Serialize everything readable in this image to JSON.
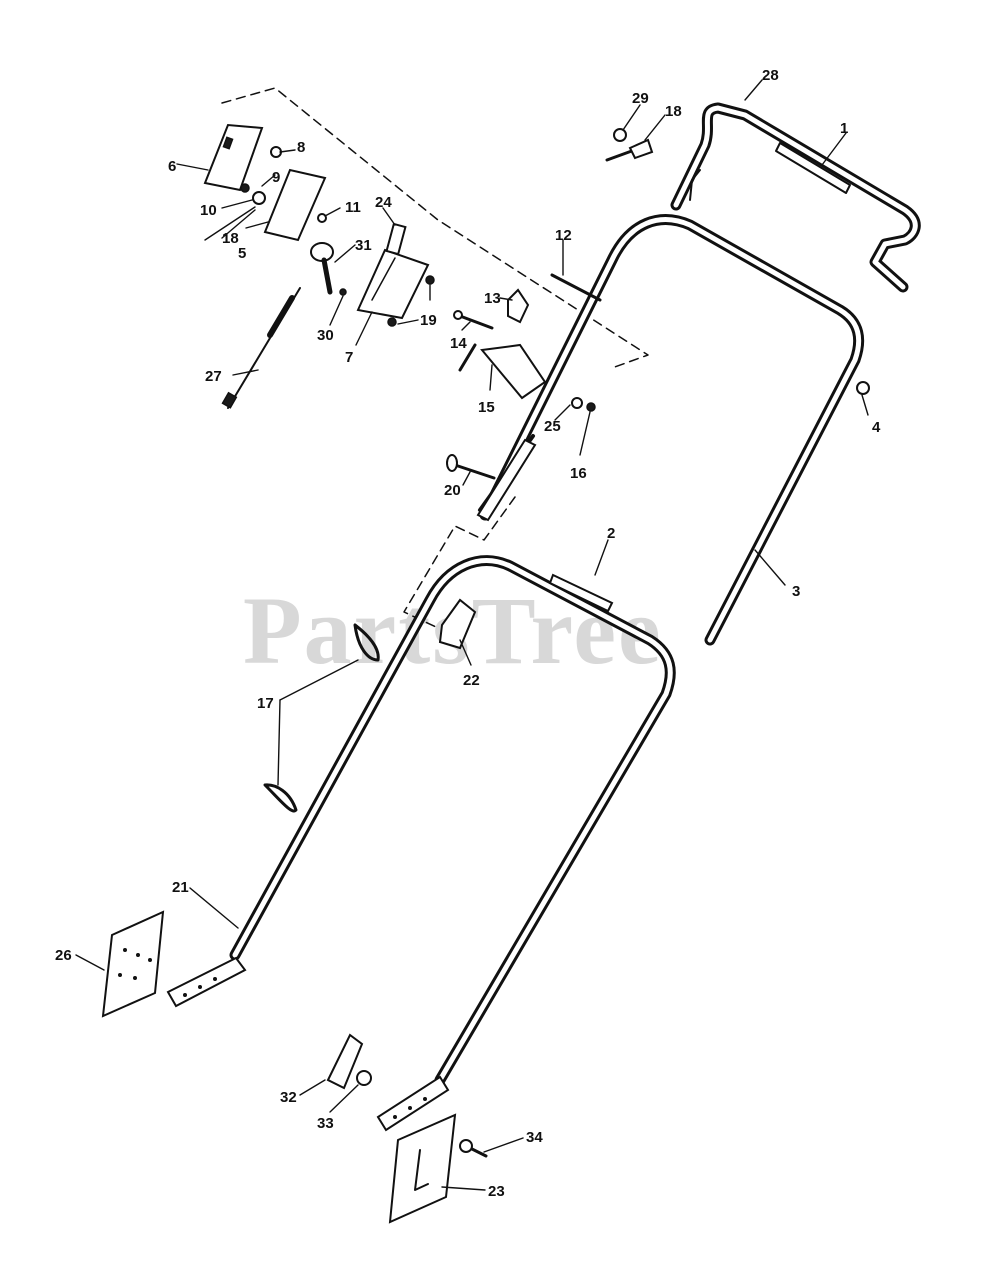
{
  "watermark": "PartsTree",
  "callouts": [
    {
      "id": "1",
      "label": "1"
    },
    {
      "id": "2",
      "label": "2"
    },
    {
      "id": "3",
      "label": "3"
    },
    {
      "id": "4",
      "label": "4"
    },
    {
      "id": "5",
      "label": "5"
    },
    {
      "id": "6",
      "label": "6"
    },
    {
      "id": "7",
      "label": "7"
    },
    {
      "id": "8",
      "label": "8"
    },
    {
      "id": "9",
      "label": "9"
    },
    {
      "id": "10",
      "label": "10"
    },
    {
      "id": "11",
      "label": "11"
    },
    {
      "id": "12",
      "label": "12"
    },
    {
      "id": "13",
      "label": "13"
    },
    {
      "id": "14",
      "label": "14"
    },
    {
      "id": "15",
      "label": "15"
    },
    {
      "id": "16",
      "label": "16"
    },
    {
      "id": "17",
      "label": "17"
    },
    {
      "id": "18a",
      "label": "18"
    },
    {
      "id": "18b",
      "label": "18"
    },
    {
      "id": "19",
      "label": "19"
    },
    {
      "id": "20",
      "label": "20"
    },
    {
      "id": "21",
      "label": "21"
    },
    {
      "id": "22",
      "label": "22"
    },
    {
      "id": "23",
      "label": "23"
    },
    {
      "id": "24",
      "label": "24"
    },
    {
      "id": "25",
      "label": "25"
    },
    {
      "id": "26",
      "label": "26"
    },
    {
      "id": "27",
      "label": "27"
    },
    {
      "id": "28",
      "label": "28"
    },
    {
      "id": "29",
      "label": "29"
    },
    {
      "id": "30",
      "label": "30"
    },
    {
      "id": "31",
      "label": "31"
    },
    {
      "id": "32",
      "label": "32"
    },
    {
      "id": "33",
      "label": "33"
    },
    {
      "id": "34",
      "label": "34"
    }
  ]
}
